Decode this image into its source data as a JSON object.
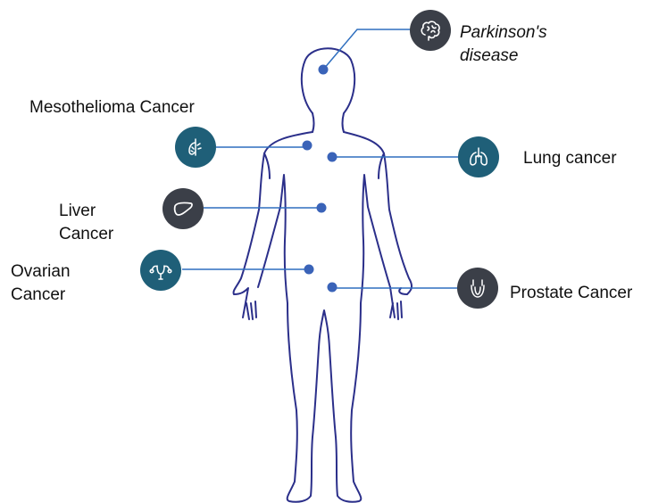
{
  "labels": {
    "parkinsons_line1": "Parkinson's",
    "parkinsons_line2": "disease",
    "mesothelioma": "Mesothelioma Cancer",
    "lung": "Lung cancer",
    "liver_line1": "Liver",
    "liver_line2": "Cancer",
    "ovarian_line1": "Ovarian",
    "ovarian_line2": "Cancer",
    "prostate": "Prostate Cancer"
  },
  "colors": {
    "body_outline": "#2b2f8a",
    "leader_line": "#2f6fbf",
    "marker": "#3a63b8",
    "icon_teal": "#1f5f78",
    "icon_slate": "#3b3f48"
  },
  "icons": {
    "parkinsons": "brain-icon",
    "mesothelioma": "pleura-icon",
    "lung": "lungs-icon",
    "liver": "liver-icon",
    "ovarian": "uterus-icon",
    "prostate": "prostate-icon"
  }
}
